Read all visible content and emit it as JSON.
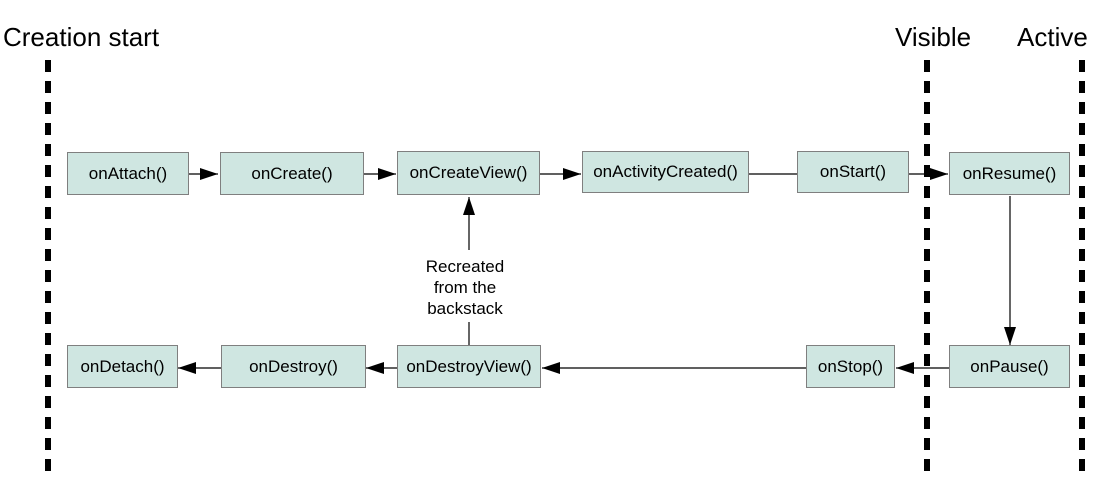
{
  "headers": {
    "creation_start": "Creation start",
    "visible": "Visible",
    "active": "Active"
  },
  "nodes": {
    "on_attach": "onAttach()",
    "on_create": "onCreate()",
    "on_create_view": "onCreateView()",
    "on_activity_created": "onActivityCreated()",
    "on_start": "onStart()",
    "on_resume": "onResume()",
    "on_detach": "onDetach()",
    "on_destroy": "onDestroy()",
    "on_destroy_view": "onDestroyView()",
    "on_stop": "onStop()",
    "on_pause": "onPause()"
  },
  "annotations": {
    "recreated_lines": [
      "Recreated",
      "from the",
      "backstack"
    ]
  },
  "colors": {
    "node_fill": "#cfe6e1",
    "node_border": "#7f7f7f",
    "line": "#000000"
  }
}
